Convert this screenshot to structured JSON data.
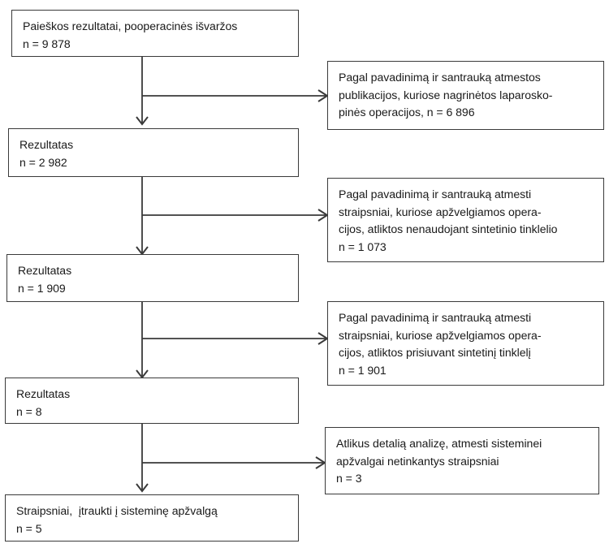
{
  "diagram": {
    "type": "prisma-flow-diagram",
    "language": "lt",
    "stroke_color": "#3a3a3a",
    "text_color": "#1a1a1a",
    "background": "#ffffff",
    "main_boxes": [
      {
        "id": "search-results",
        "lines": [
          "Paieškos rezultatai, pooperacinės išvaržos",
          "n = 9 878"
        ],
        "label": "Paieškos rezultatai, pooperacinės išvaržos",
        "n": "9 878"
      },
      {
        "id": "result-1",
        "lines": [
          "Rezultatas",
          "n = 2 982"
        ],
        "label": "Rezultatas",
        "n": "2 982"
      },
      {
        "id": "result-2",
        "lines": [
          "Rezultatas",
          "n = 1 909"
        ],
        "label": "Rezultatas",
        "n": "1 909"
      },
      {
        "id": "result-3",
        "lines": [
          "Rezultatas",
          "n = 8"
        ],
        "label": "Rezultatas",
        "n": "8"
      },
      {
        "id": "included",
        "lines": [
          "Straipsniai,  įtraukti į sisteminę apžvalgą",
          "n = 5"
        ],
        "label": "Straipsniai,  įtraukti į sisteminę apžvalgą",
        "n": "5"
      }
    ],
    "exclusion_boxes": [
      {
        "id": "excluded-1",
        "lines": [
          "Pagal pavadinimą ir santrauką atmestos",
          "publikacijos, kuriose nagrinėtos laparosko-",
          "pinės operacijos, n = 6 896"
        ],
        "n": "6 896"
      },
      {
        "id": "excluded-2",
        "lines": [
          "Pagal pavadinimą ir santrauką atmesti",
          "straipsniai, kuriose apžvelgiamos opera-",
          "cijos, atliktos nenaudojant sintetinio tinklelio",
          "n = 1 073"
        ],
        "n": "1 073"
      },
      {
        "id": "excluded-3",
        "lines": [
          "Pagal pavadinimą ir santrauką atmesti",
          "straipsniai, kuriose apžvelgiamos opera-",
          "cijos, atliktos prisiuvant sintetinį tinklelį",
          "n = 1 901"
        ],
        "n": "1 901"
      },
      {
        "id": "excluded-4",
        "lines": [
          "Atlikus detalią analizę, atmesti sisteminei",
          "apžvalgai netinkantys straipsniai",
          "n = 3"
        ],
        "n": "3"
      }
    ]
  }
}
